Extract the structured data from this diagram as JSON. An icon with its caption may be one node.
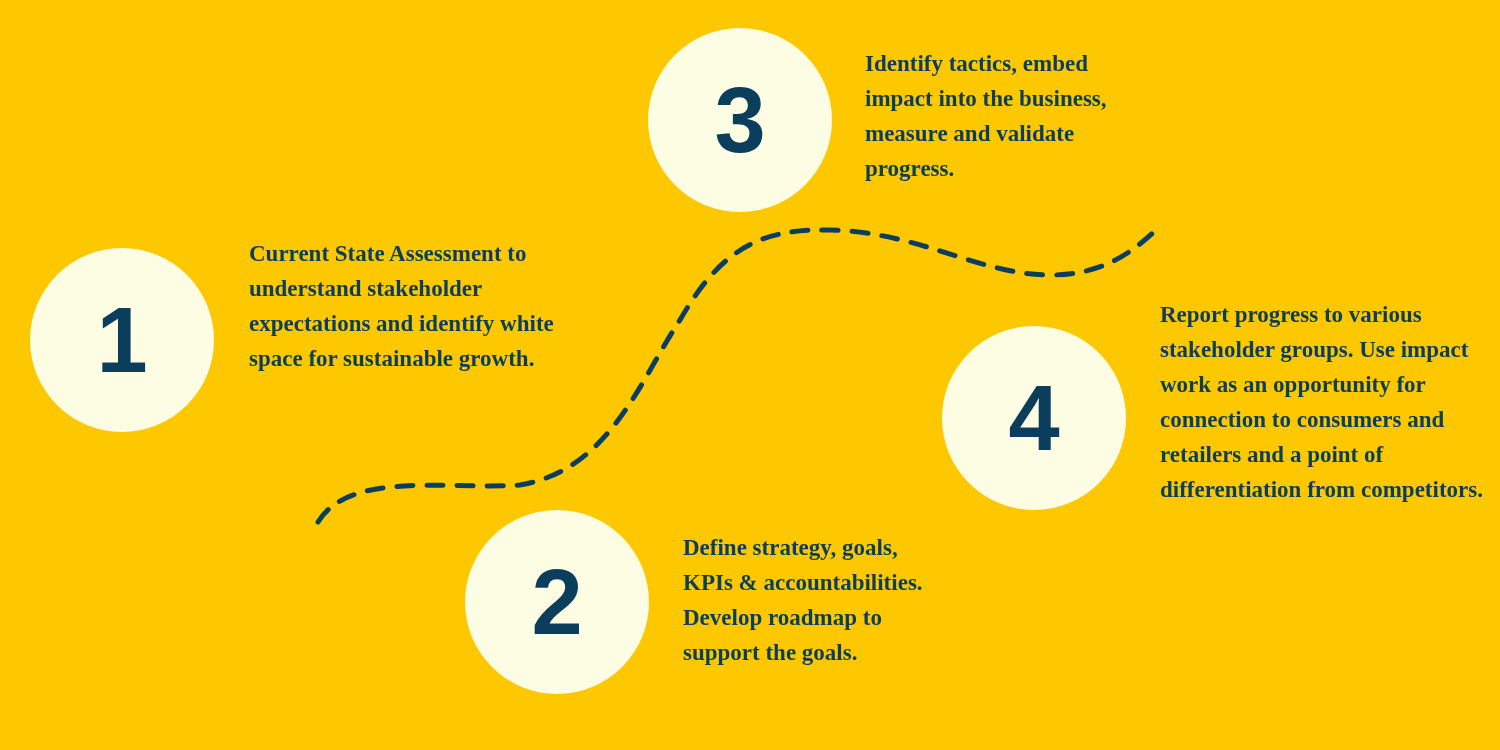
{
  "diagram": {
    "nodes": [
      {
        "text": [
          "1"
        ],
        "beside": [
          "Current State Assessment to understand stakeholder expectations and identify white space for sustainable growth."
        ]
      },
      {
        "text": [
          "2"
        ],
        "beside": [
          "Define strategy, goals, KPIs & accountabilities. Develop roadmap to support the goals."
        ]
      },
      {
        "text": [
          "3"
        ],
        "beside": [
          "Identify tactics, embed impact into the business, measure and validate progress."
        ]
      },
      {
        "text": [
          "4"
        ],
        "beside": [
          "Report progress to various stakeholder groups. Use impact work as an opportunity for connection to consumers and retailers and a point of differentiation from competitors."
        ]
      }
    ],
    "edges": []
  }
}
